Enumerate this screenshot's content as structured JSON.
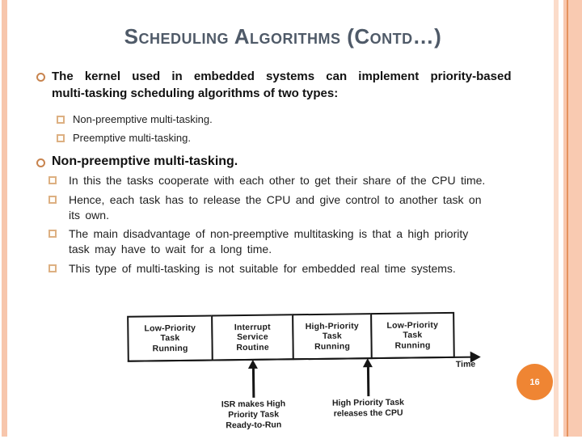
{
  "slide": {
    "title": "Scheduling Algorithms (Contd…)",
    "page_number": "16"
  },
  "content": {
    "bullet1": {
      "lines": [
        "The kernel used in embedded systems can implement priority-based",
        "multi-tasking scheduling algorithms of two types:"
      ],
      "subitems": [
        "Non-preemptive multi-tasking.",
        "Preemptive multi-tasking."
      ]
    },
    "bullet2": {
      "heading": "Non-preemptive multi-tasking.",
      "subitems": [
        "In this the tasks cooperate with each other to get their share of the CPU time.",
        "Hence, each task has to release the CPU and give control to another task on\nits own.",
        "The main disadvantage of non-preemptive multitasking is that a high priority\ntask may have to wait for a long time.",
        "This type of multi-tasking is not suitable for embedded real time systems."
      ]
    }
  },
  "figure": {
    "boxes": [
      "Low-Priority\nTask\nRunning",
      "Interrupt\nService\nRoutine",
      "High-Priority\nTask\nRunning",
      "Low-Priority\nTask\nRunning"
    ],
    "axis_label": "Time",
    "annotation1": "ISR makes High\nPriority Task\nReady-to-Run",
    "annotation2": "High Priority Task\nreleases the CPU"
  },
  "colors": {
    "accent_stripe": "#f7c6ac",
    "stripe_dark_line": "#e5935e",
    "title_text": "#4f5a68",
    "bullet_ring": "#c8844f",
    "bullet_square": "#ddb082",
    "page_badge": "#ef8533",
    "figure_ink": "#161616"
  }
}
